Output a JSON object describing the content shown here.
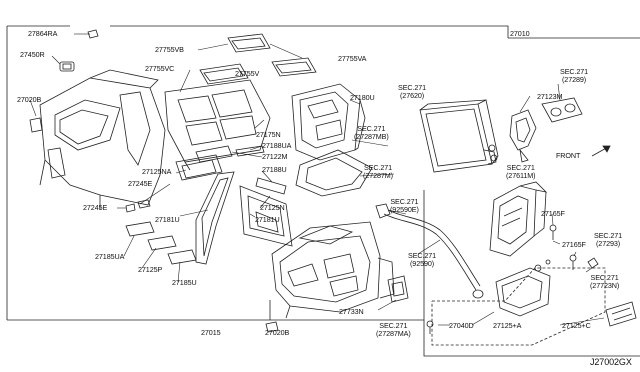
{
  "diagram_id": "J27002GX",
  "front_label": "FRONT",
  "parts": {
    "p27864RA": "27864RA",
    "p27450R": "27450R",
    "p27020B_top": "27020B",
    "p27755VB": "27755VB",
    "p27755VA": "27755VA",
    "p27755VC": "27755VC",
    "p27755V": "27755V",
    "p27010": "27010",
    "p27180U": "27180U",
    "p27175N": "27175N",
    "p27188UA": "27188UA",
    "p27122M": "27122M",
    "p27125NA": "27125NA",
    "p27188U": "27188U",
    "p27245E": "27245E",
    "p27245E_b": "27245E",
    "p27125N": "27125N",
    "p27181U_a": "27181U",
    "p27181U_b": "27181U",
    "p27185UA": "27185UA",
    "p27125P": "27125P",
    "p27185U": "27185U",
    "p27015": "27015",
    "p27020B_bot": "27020B",
    "p27733N": "27733N",
    "p27040D": "27040D",
    "p27125A": "27125+A",
    "p27125C": "27125+C",
    "p27123M": "27123M",
    "p27165F": "27165F",
    "p27165F_b": "27165F"
  },
  "sections": {
    "s27620": {
      "line1": "SEC.271",
      "line2": "(27620)"
    },
    "s27289": {
      "line1": "SEC.271",
      "line2": "(27289)"
    },
    "s27287MB": {
      "line1": "SEC.271",
      "line2": "(27287MB)"
    },
    "s27287M": {
      "line1": "SEC.271",
      "line2": "(27287M)"
    },
    "s27611M": {
      "line1": "SEC.271",
      "line2": "(27611M)"
    },
    "s92590E": {
      "line1": "SEC.271",
      "line2": "(92590E)"
    },
    "s92590": {
      "line1": "SEC.271",
      "line2": "(92590)"
    },
    "s27293": {
      "line1": "SEC.271",
      "line2": "(27293)"
    },
    "s27723N": {
      "line1": "SEC.271",
      "line2": "(27723N)"
    },
    "s27287MA": {
      "line1": "SEC.271",
      "line2": "(27287MA)"
    }
  }
}
